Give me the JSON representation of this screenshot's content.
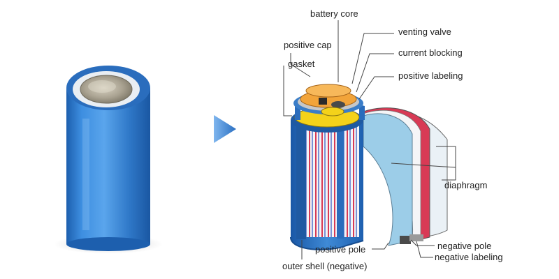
{
  "labels": {
    "battery_core": "battery core",
    "positive_cap": "positive cap",
    "gasket": "gasket",
    "venting_valve": "venting valve",
    "current_blocking": "current blocking",
    "positive_labeling": "positive labeling",
    "diaphragm": "diaphragm",
    "positive_pole": "positive pole",
    "negative_pole": "negative pole",
    "negative_labeling": "negative labeling",
    "outer_shell": "outer shell (negative)"
  },
  "colors": {
    "shell_blue": "#2f78c8",
    "arrow_blue": "#2f7cd0",
    "cap_orange": "#f2a43a",
    "insulator_yellow": "#f4d21a",
    "electrode_red": "#d83a55",
    "sheet_light_blue": "#9ccde8"
  }
}
